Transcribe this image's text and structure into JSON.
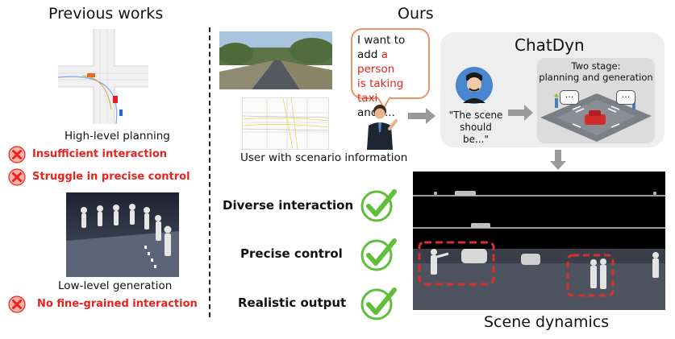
{
  "left": {
    "title": "Previous works",
    "top_caption": "High-level planning",
    "issues": [
      "Insufficient interaction",
      "Struggle in precise control"
    ],
    "bottom_caption": "Low-level generation",
    "bottom_issue": "No fine-grained interaction"
  },
  "right": {
    "title": "Ours",
    "speech": {
      "line1": "I want to",
      "line2_pre": "add ",
      "line2_red": "a person",
      "line3_red": "is taking taxi",
      "line4": "and ...."
    },
    "user_caption": "User with scenario information",
    "chatdyn": {
      "title": "ChatDyn",
      "quote_line1": "\"The scene",
      "quote_line2": "should be...\"",
      "stage_line1": "Two stage:",
      "stage_line2": "planning and generation",
      "bubble": "..."
    },
    "benefits": [
      "Diverse interaction",
      "Precise control",
      "Realistic output"
    ],
    "result_caption": "Scene dynamics"
  },
  "colors": {
    "red": "#e8231f",
    "green": "#5fbf3a",
    "panel": "#eeeeee",
    "arrow": "#9a9a9a"
  }
}
